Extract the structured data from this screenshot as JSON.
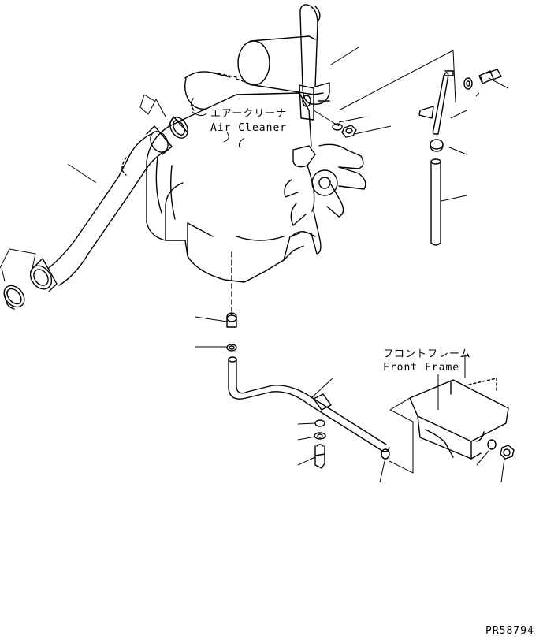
{
  "labels": {
    "air_cleaner_jp": "エアークリーナ",
    "air_cleaner_en": "Air Cleaner",
    "front_frame_jp": "フロントフレーム",
    "front_frame_en": "Front Frame",
    "drawing_code": "PR58794"
  },
  "colors": {
    "line": "#000000",
    "background": "#ffffff"
  }
}
